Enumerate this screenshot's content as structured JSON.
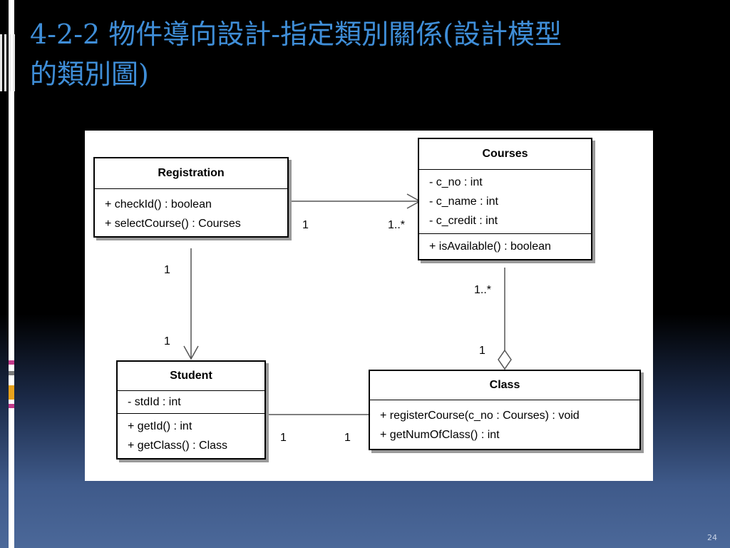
{
  "slide": {
    "title_line1": "4-2-2 物件導向設計-指定類別關係(設計模型",
    "title_line2": "的類別圖)",
    "page_number": "24"
  },
  "diagram": {
    "classes": {
      "registration": {
        "name": "Registration",
        "attributes": [],
        "operations": [
          "+ checkId() : boolean",
          "+ selectCourse() : Courses"
        ]
      },
      "courses": {
        "name": "Courses",
        "attributes": [
          "- c_no : int",
          "- c_name : int",
          "- c_credit : int"
        ],
        "operations": [
          "+ isAvailable() : boolean"
        ]
      },
      "student": {
        "name": "Student",
        "attributes": [
          "- stdId : int"
        ],
        "operations": [
          "+ getId() : int",
          "+ getClass() : Class"
        ]
      },
      "class": {
        "name": "Class",
        "attributes": [],
        "operations": [
          "+ registerCourse(c_no : Courses) : void",
          "+ getNumOfClass() : int"
        ]
      }
    },
    "relationships": [
      {
        "from": "Registration",
        "to": "Courses",
        "kind": "directed association",
        "source_multiplicity": "1",
        "target_multiplicity": "1..*"
      },
      {
        "from": "Registration",
        "to": "Student",
        "kind": "directed association",
        "source_multiplicity": "1",
        "target_multiplicity": "1"
      },
      {
        "from": "Class",
        "to": "Courses",
        "kind": "aggregation",
        "whole_multiplicity": "1",
        "part_multiplicity": "1..*"
      },
      {
        "from": "Student",
        "to": "Class",
        "kind": "association",
        "source_multiplicity": "1",
        "target_multiplicity": "1"
      }
    ]
  }
}
